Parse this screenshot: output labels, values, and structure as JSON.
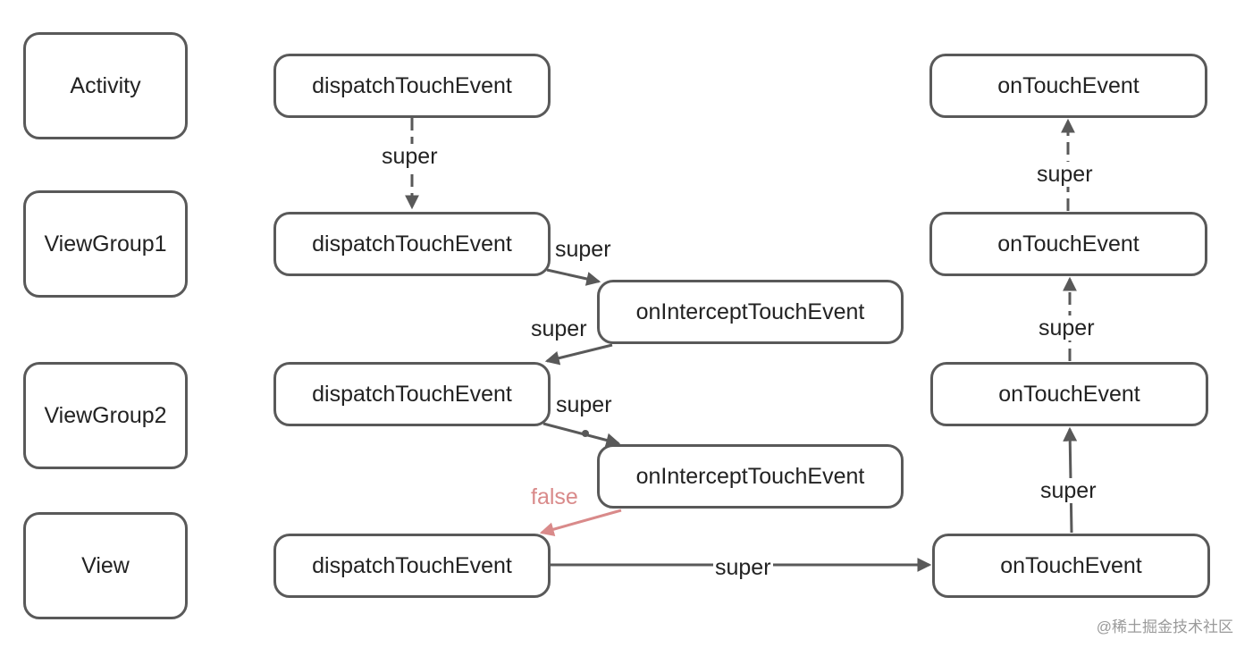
{
  "layers": {
    "activity": "Activity",
    "viewgroup1": "ViewGroup1",
    "viewgroup2": "ViewGroup2",
    "view": "View"
  },
  "nodes": {
    "dispatch_activity": "dispatchTouchEvent",
    "dispatch_vg1": "dispatchTouchEvent",
    "intercept_vg1": "onInterceptTouchEvent",
    "dispatch_vg2": "dispatchTouchEvent",
    "intercept_vg2": "onInterceptTouchEvent",
    "dispatch_view": "dispatchTouchEvent",
    "ontouch_view": "onTouchEvent",
    "ontouch_vg2": "onTouchEvent",
    "ontouch_vg1": "onTouchEvent",
    "ontouch_activity": "onTouchEvent"
  },
  "edges": {
    "activity_to_vg1": "super",
    "vg1_dispatch_to_intercept": "super",
    "vg1_intercept_to_vg2": "super",
    "vg2_dispatch_to_intercept": "super",
    "vg2_intercept_to_view": "false",
    "view_dispatch_to_ontouch": "super",
    "view_to_vg2_ontouch": "super",
    "vg2_to_vg1_ontouch": "super",
    "vg1_to_activity_ontouch": "super"
  },
  "colors": {
    "stroke": "#595959",
    "false_edge": "#d98a8a"
  },
  "watermark": "@稀土掘金技术社区"
}
